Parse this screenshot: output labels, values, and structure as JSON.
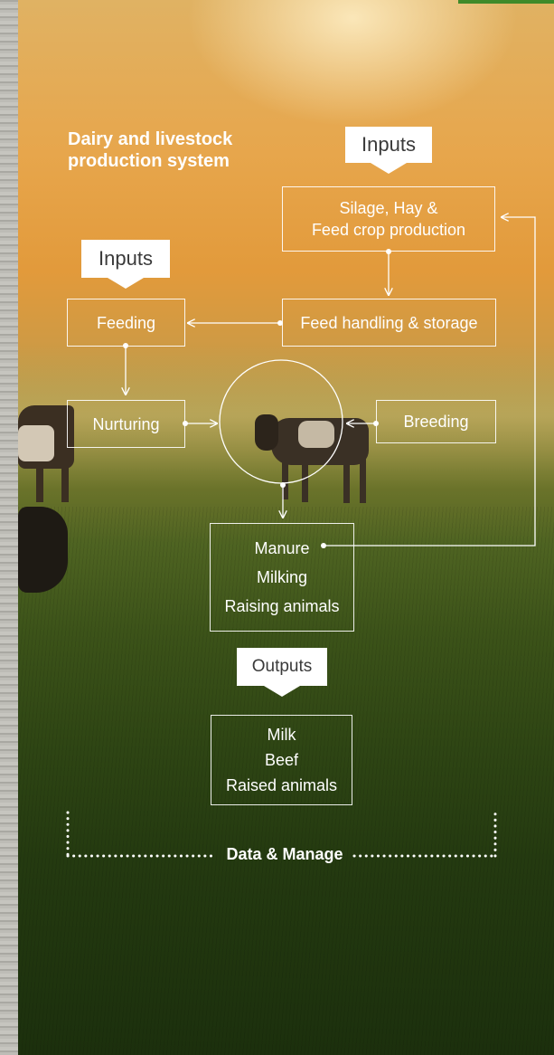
{
  "diagram": {
    "title_line1": "Dairy and livestock",
    "title_line2": "production system",
    "inputs_top": "Inputs",
    "inputs_left": "Inputs",
    "silage_line1": "Silage, Hay &",
    "silage_line2": "Feed crop production",
    "feeding": "Feeding",
    "feed_handling": "Feed handling & storage",
    "nurturing": "Nurturing",
    "breeding": "Breeding",
    "activities": [
      "Manure",
      "Milking",
      "Raising animals"
    ],
    "outputs": "Outputs",
    "products": [
      "Milk",
      "Beef",
      "Raised animals"
    ],
    "data_manage": "Data & Manage"
  }
}
